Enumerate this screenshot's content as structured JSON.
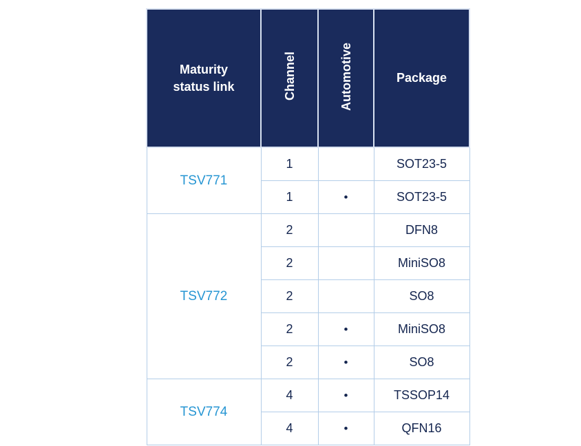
{
  "table": {
    "columns": [
      {
        "label": "Maturity status link"
      },
      {
        "label": "Channel"
      },
      {
        "label": "Automotive"
      },
      {
        "label": "Package"
      }
    ],
    "groups": [
      {
        "part": "TSV771",
        "rows": [
          {
            "channel": "1",
            "automotive": "",
            "package": "SOT23-5"
          },
          {
            "channel": "1",
            "automotive": "•",
            "package": "SOT23-5"
          }
        ]
      },
      {
        "part": "TSV772",
        "rows": [
          {
            "channel": "2",
            "automotive": "",
            "package": "DFN8"
          },
          {
            "channel": "2",
            "automotive": "",
            "package": "MiniSO8"
          },
          {
            "channel": "2",
            "automotive": "",
            "package": "SO8"
          },
          {
            "channel": "2",
            "automotive": "•",
            "package": "MiniSO8"
          },
          {
            "channel": "2",
            "automotive": "•",
            "package": "SO8"
          }
        ]
      },
      {
        "part": "TSV774",
        "rows": [
          {
            "channel": "4",
            "automotive": "•",
            "package": "TSSOP14"
          },
          {
            "channel": "4",
            "automotive": "•",
            "package": "QFN16"
          }
        ]
      }
    ],
    "colors": {
      "header_bg": "#1a2b5c",
      "header_text": "#ffffff",
      "link_blue": "#2796d3",
      "cell_text": "#14254f",
      "grid_border": "#b3cde8"
    }
  }
}
